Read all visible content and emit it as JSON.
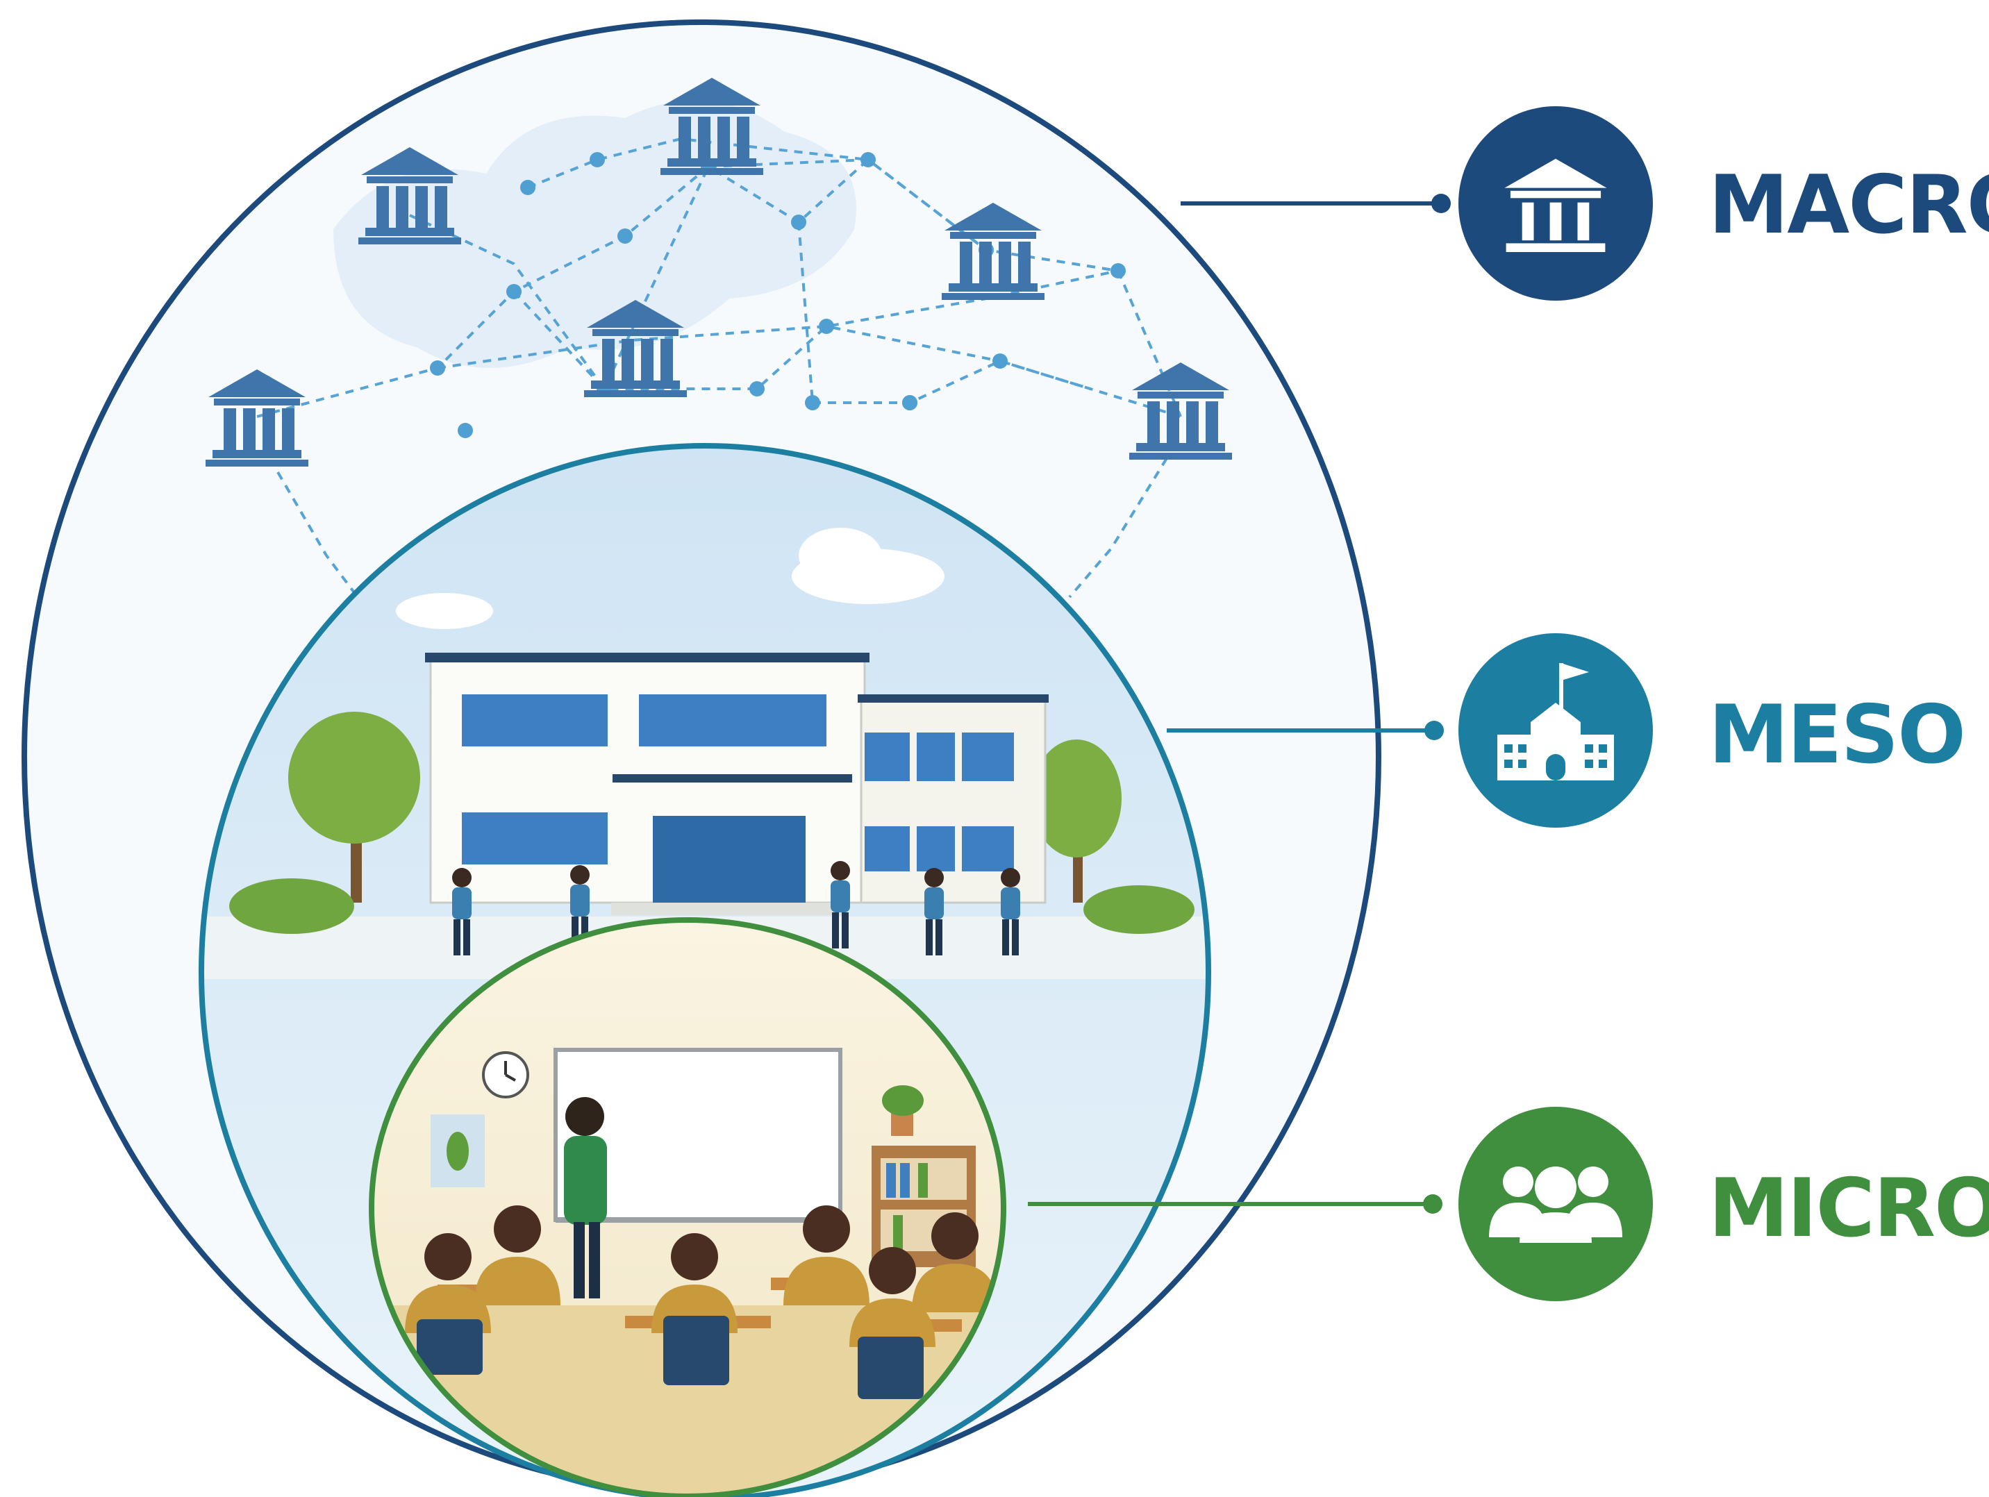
{
  "levels": [
    {
      "key": "macro",
      "label": "MACRO",
      "icon": "institution-icon",
      "color": "#1d4a7c"
    },
    {
      "key": "meso",
      "label": "MESO",
      "icon": "school-building-icon",
      "color": "#1c7ea0"
    },
    {
      "key": "micro",
      "label": "MICRO",
      "icon": "group-people-icon",
      "color": "#3f8f3f"
    }
  ],
  "scenes": {
    "macro": "institutions-network-illustration",
    "meso": "school-campus-illustration",
    "micro": "classroom-illustration"
  },
  "colors": {
    "sky": "#dcecf7",
    "network": "#4f9fd3",
    "institution": "#3f75aa"
  }
}
